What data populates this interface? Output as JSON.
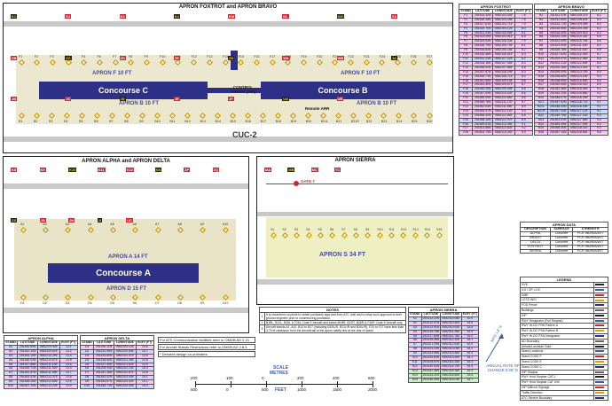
{
  "panels": {
    "fb_title": "APRON FOXTROT and APRON BRAVO",
    "ad_title": "APRON ALPHA and APRON DELTA",
    "s_title": "APRON SIERRA"
  },
  "map": {
    "apron_f": "APRON F 10 FT",
    "apron_b": "APRON B 10 FT",
    "conc_c": "Concourse C",
    "conc_b": "Concourse B",
    "tower": "CONTROL TOWER (289)",
    "remote": "Remote ARR",
    "cuc": "CUC-2",
    "apron_a": "APRON A 14 FT",
    "apron_d": "APRON D 15 FT",
    "conc_a": "Concourse A",
    "apron_s": "APRON S 34 FT",
    "gate": "GATE 7",
    "ann": "ANNUAL RATE OF CHANGE 0.05° E",
    "north_label": "MAG 1.6° E"
  },
  "tables": {
    "foxtrot": {
      "title": "APRON FOXTROT",
      "headers": [
        "STAND",
        "LATITUDE",
        "LONGITUDE",
        "ELEV (FT)"
      ],
      "rows": [
        [
          "F1",
          "251514.32N",
          "0552103.44E",
          "7.6"
        ],
        [
          "F2",
          "251516.18N",
          "0552103.28E",
          "7.8"
        ],
        [
          "F3",
          "251517.61N",
          "0552103.71E",
          "7.9"
        ],
        [
          "F4",
          "251519.70N",
          "0552104.12E",
          "8.0"
        ],
        [
          "F5",
          "251521.24N",
          "0552104.55E",
          "8.1"
        ],
        [
          "F6",
          "251523.09N",
          "0552104.91E",
          "8.0"
        ],
        [
          "F7",
          "251524.93N",
          "0552105.33E",
          "7.9"
        ],
        [
          "F8",
          "251526.79N",
          "0552105.75E",
          "8.1"
        ],
        [
          "F9",
          "251528.64N",
          "0552106.18E",
          "8.2"
        ],
        [
          "F10",
          "251530.48N",
          "0552106.61E",
          "8.3"
        ],
        [
          "F11",
          "251532.33N",
          "0552107.02E",
          "8.2"
        ],
        [
          "F12",
          "251534.18N",
          "0552107.45E",
          "8.4"
        ],
        [
          "F13",
          "251536.02N",
          "0552107.88E",
          "8.5"
        ],
        [
          "F14",
          "251537.87N",
          "0552108.29E",
          "8.3"
        ],
        [
          "F15",
          "251539.71N",
          "0552108.71E",
          "8.4"
        ],
        [
          "F16",
          "251541.56N",
          "0552109.14E",
          "8.6"
        ],
        [
          "F17",
          "251543.40N",
          "0552109.57E",
          "8.7"
        ],
        [
          "F18",
          "251545.25N",
          "0552109.99E",
          "8.5"
        ],
        [
          "F19",
          "251547.09N",
          "0552110.42E",
          "8.6"
        ],
        [
          "F20",
          "251548.94N",
          "0552110.84E",
          "8.8"
        ],
        [
          "F21",
          "251550.78N",
          "0552111.27E",
          "8.7"
        ],
        [
          "F22",
          "251552.63N",
          "0552111.69E",
          "8.9"
        ],
        [
          "F23",
          "251554.47N",
          "0552112.12E",
          "9.0"
        ],
        [
          "F24",
          "251556.32N",
          "0552112.54E",
          "8.8"
        ],
        [
          "F25",
          "251558.16N",
          "0552112.97E",
          "8.9"
        ],
        [
          "F26",
          "251600.01N",
          "0552113.39E",
          "9.1"
        ],
        [
          "F27",
          "251601.85N",
          "0552113.82E",
          "9.2"
        ],
        [
          "F28",
          "251603.70N",
          "0552114.24E",
          "9.0"
        ]
      ]
    },
    "bravo": {
      "title": "APRON BRAVO",
      "headers": [
        "STAND",
        "LATITUDE",
        "LONGITUDE",
        "ELEV (FT)"
      ],
      "rows": [
        [
          "B1",
          "251511.02N",
          "0552108.21E",
          "8.2"
        ],
        [
          "B2",
          "251512.86N",
          "0552108.64E",
          "8.3"
        ],
        [
          "B3",
          "251514.71N",
          "0552109.06E",
          "8.4"
        ],
        [
          "B4",
          "251516.55N",
          "0552109.49E",
          "8.2"
        ],
        [
          "B5",
          "251518.40N",
          "0552109.91E",
          "8.3"
        ],
        [
          "B6",
          "251520.24N",
          "0552110.34E",
          "8.5"
        ],
        [
          "B7",
          "251522.09N",
          "0552110.76E",
          "8.6"
        ],
        [
          "B8",
          "251523.93N",
          "0552111.19E",
          "8.4"
        ],
        [
          "B9",
          "251525.78N",
          "0552111.61E",
          "8.5"
        ],
        [
          "B10",
          "251527.62N",
          "0552112.04E",
          "8.7"
        ],
        [
          "B11",
          "251529.47N",
          "0552112.46E",
          "8.8"
        ],
        [
          "B12",
          "251531.31N",
          "0552112.89E",
          "8.6"
        ],
        [
          "B13",
          "251533.16N",
          "0552113.31E",
          "8.7"
        ],
        [
          "B14",
          "251535.00N",
          "0552113.74E",
          "8.9"
        ],
        [
          "B15",
          "251536.85N",
          "0552114.16E",
          "9.0"
        ],
        [
          "B16",
          "251538.69N",
          "0552114.59E",
          "8.8"
        ],
        [
          "B17",
          "251540.54N",
          "0552115.01E",
          "8.9"
        ],
        [
          "B18",
          "251542.38N",
          "0552115.44E",
          "9.1"
        ],
        [
          "B19",
          "251544.23N",
          "0552115.86E",
          "9.2"
        ],
        [
          "B20",
          "251546.07N",
          "0552116.29E",
          "9.0"
        ],
        [
          "B21",
          "251547.92N",
          "0552116.71E",
          "9.1"
        ],
        [
          "B21L",
          "251548.40N",
          "0552116.30E",
          "9.1"
        ],
        [
          "B21R",
          "251547.44N",
          "0552117.12E",
          "9.1"
        ],
        [
          "B22",
          "251549.76N",
          "0552117.14E",
          "9.3"
        ],
        [
          "B23",
          "251551.61N",
          "0552117.56E",
          "9.4"
        ],
        [
          "B24",
          "251553.45N",
          "0552117.99E",
          "9.2"
        ],
        [
          "B25",
          "251555.30N",
          "0552118.41E",
          "9.3"
        ],
        [
          "B26",
          "251557.14N",
          "0552118.84E",
          "9.5"
        ]
      ]
    },
    "alpha": {
      "title": "APRON ALPHA",
      "headers": [
        "STAND",
        "LATITUDE",
        "LONGITUDE",
        "ELEV (FT)"
      ],
      "rows": [
        [
          "A1",
          "251440.50N",
          "0552209.40E",
          "13.1"
        ],
        [
          "A2",
          "251442.34N",
          "0552209.82E",
          "13.2"
        ],
        [
          "A3",
          "251444.19N",
          "0552210.25E",
          "13.4"
        ],
        [
          "A4",
          "251446.03N",
          "0552210.67E",
          "13.5"
        ],
        [
          "A5",
          "251447.88N",
          "0552211.10E",
          "13.6"
        ],
        [
          "A6",
          "251449.72N",
          "0552211.52E",
          "13.4"
        ],
        [
          "A7",
          "251451.57N",
          "0552211.95E",
          "13.7"
        ],
        [
          "A8",
          "251453.41N",
          "0552212.37E",
          "13.8"
        ],
        [
          "A9",
          "251455.26N",
          "0552212.80E",
          "13.6"
        ],
        [
          "A10",
          "251457.10N",
          "0552213.22E",
          "13.9"
        ]
      ]
    },
    "delta": {
      "title": "APRON DELTA",
      "headers": [
        "STAND",
        "LATITUDE",
        "LONGITUDE",
        "ELEV (FT)"
      ],
      "rows": [
        [
          "D1",
          "251430.11N",
          "0552200.12E",
          "14.6"
        ],
        [
          "D2",
          "251431.95N",
          "0552200.54E",
          "14.7"
        ],
        [
          "D3",
          "251433.80N",
          "0552200.97E",
          "14.8"
        ],
        [
          "D4",
          "251435.64N",
          "0552201.39E",
          "14.6"
        ],
        [
          "D5",
          "251437.49N",
          "0552201.82E",
          "14.9"
        ],
        [
          "D6",
          "251439.33N",
          "0552202.24E",
          "15.0"
        ],
        [
          "D7",
          "251441.18N",
          "0552202.67E",
          "14.8"
        ],
        [
          "D8",
          "251443.02N",
          "0552203.09E",
          "15.1"
        ],
        [
          "D9",
          "251444.87N",
          "0552203.52E",
          "15.2"
        ],
        [
          "D10",
          "251446.71N",
          "0552203.94E",
          "15.0"
        ]
      ]
    },
    "sierra": {
      "title": "APRON SIERRA",
      "headers": [
        "STAND",
        "LATITUDE",
        "LONGITUDE",
        "ELEV (FT)"
      ],
      "rows": [
        [
          "S1",
          "251410.22N",
          "0552310.08E",
          "33.5"
        ],
        [
          "S2",
          "251412.07N",
          "0552310.50E",
          "33.6"
        ],
        [
          "S3",
          "251413.91N",
          "0552310.93E",
          "33.8"
        ],
        [
          "S4",
          "251415.76N",
          "0552311.35E",
          "33.9"
        ],
        [
          "S5",
          "251417.60N",
          "0552311.78E",
          "34.0"
        ],
        [
          "S6",
          "251419.45N",
          "0552312.20E",
          "34.1"
        ],
        [
          "S7",
          "251421.29N",
          "0552312.63E",
          "33.9"
        ],
        [
          "S8",
          "251423.14N",
          "0552313.05E",
          "34.2"
        ],
        [
          "S9",
          "251424.98N",
          "0552313.48E",
          "34.3"
        ],
        [
          "S10",
          "251426.83N",
          "0552313.90E",
          "34.1"
        ],
        [
          "S11",
          "251428.67N",
          "0552314.33E",
          "34.4"
        ],
        [
          "S12",
          "251430.52N",
          "0552314.75E",
          "34.5"
        ],
        [
          "S13",
          "251432.36N",
          "0552315.18E",
          "34.3"
        ],
        [
          "S14",
          "251434.21N",
          "0552315.60E",
          "34.6"
        ],
        [
          "S15",
          "251436.05N",
          "0552316.03E",
          "34.7"
        ]
      ]
    },
    "apron_data": {
      "title": "APRON DATA",
      "headers": [
        "DESCRIPTION",
        "SURFACE",
        "STRENGTH"
      ],
      "rows": [
        [
          "ALPHA",
          "Concrete",
          "PCR 980/R/A/W/T"
        ],
        [
          "BRAVO",
          "Concrete",
          "PCR 980/R/A/W/T"
        ],
        [
          "DELTA",
          "Concrete",
          "PCR 980/R/A/W/T"
        ],
        [
          "FOXTROT",
          "Concrete",
          "PCR 980/R/A/W/T"
        ],
        [
          "SIERRA",
          "Concrete",
          "PCR 980/R/A/W/T"
        ]
      ]
    }
  },
  "notes": {
    "title": "NOTES",
    "items": [
      [
        "1",
        "It is incumbent on pilots to obtain pushback approval from ATC until and to relay such approval to their ground engineer prior to commencing pushback."
      ],
      [
        "2",
        "B1BL, B21L, B26L & F26L Code E Aircraft and below B1BR, B21R, B26R & F26R Code E Aircraft only"
      ],
      [
        "3",
        "Aircraft stands A1, A10, B10 to B27 (including B1BL/R, B21L/R and B26L/R), F20 to F27 have less than 3.75 M clearance from the aircraft tail to the apron safety line at the rear of stand."
      ]
    ],
    "footnotes": [
      "For ATS Communication facilities refer to OMDB AD 2-21",
      "For Aircraft Stands Restrictions refer to OMDB AD 2.8.4",
      "* Denotes design co-ordinates"
    ]
  },
  "scale": {
    "title": "SCALE",
    "metres_label": "METRES",
    "feet_label": "FEET",
    "metres_ticks": [
      "200",
      "100",
      "0",
      "200",
      "400",
      "600"
    ],
    "feet_ticks": [
      "500",
      "0",
      "500",
      "1000",
      "1500",
      "2000"
    ]
  },
  "legend": {
    "title": "LEGEND",
    "items": [
      "NVK",
      "ILS / GP, LOC",
      "DME",
      "LGTD WDI",
      "FOD Fence",
      "Buildings",
      "IHP",
      "RWY Designator (Full Stopbar)",
      "RWY HLDG PSN Pattern A",
      "RWY HLDG PSN Pattern B",
      "RWY HLDG PSN Designator",
      "AD Boundary",
      "Airside/Landside Gate",
      "Stand Locations",
      "Stand CODE F",
      "Stand CODE E",
      "Stand CODE C",
      "IHP Stopbar",
      "RWY Hold Stopbar CAT-1",
      "RWY Hold Stopbar CAT II/III",
      "IHP Without Signage",
      "Traffic Direction",
      "ATC Service Boundary"
    ]
  },
  "colors": {
    "building": "#2e2f86",
    "apron": "#e9e3c8",
    "pink": "#f7c8f2",
    "blue": "#cfd7ff",
    "green": "#cfeecd",
    "red_tag": "#d2262c"
  },
  "tags": {
    "fb": [
      "K1",
      "K2",
      "K3",
      "K4",
      "KM",
      "KL",
      "KM",
      "ZA",
      "ZB",
      "ZC",
      "ZD",
      "ZE",
      "ZK",
      "WA",
      "WB",
      "JA",
      "JB",
      "JC",
      "JD",
      "JE",
      "JF",
      "UA",
      "UB"
    ],
    "ad": [
      "K8",
      "K9",
      "K10",
      "K11",
      "K12",
      "KN",
      "ZP",
      "ZQ",
      "ZS",
      "JG",
      "JH",
      "JI",
      "UC"
    ],
    "s": [
      "MA",
      "MB",
      "MC",
      "TC"
    ]
  },
  "stands": {
    "f_top": [
      "F1",
      "F2",
      "F3",
      "F4",
      "F5",
      "F6",
      "F7",
      "F8",
      "F9",
      "F10",
      "F11",
      "F12",
      "F13",
      "F14",
      "F15",
      "F16",
      "F17",
      "F18",
      "F19",
      "F20",
      "F21",
      "F22",
      "F23",
      "F24",
      "F25",
      "F26",
      "F27"
    ],
    "b_bot": [
      "B1",
      "B2",
      "B3",
      "B4",
      "B5",
      "B6",
      "B7",
      "B8",
      "B9",
      "B10",
      "B11",
      "B12",
      "B13",
      "B14",
      "B15",
      "B16",
      "B17",
      "B18",
      "B19",
      "B20",
      "B21L",
      "B21",
      "B21R",
      "B22",
      "B23",
      "B24",
      "B25",
      "B26"
    ],
    "a_top": [
      "A1",
      "A2",
      "A3",
      "A4",
      "A5",
      "A6",
      "A7",
      "A8",
      "A9",
      "A10"
    ],
    "d_bot": [
      "D1",
      "D2",
      "D3",
      "D4",
      "D5",
      "D6",
      "D7",
      "D8",
      "D9",
      "D10"
    ],
    "s_row": [
      "S1",
      "S2",
      "S3",
      "S4",
      "S5",
      "S6",
      "S7",
      "S8",
      "S9",
      "S10",
      "S11",
      "S12",
      "S13",
      "S14",
      "S15"
    ]
  }
}
